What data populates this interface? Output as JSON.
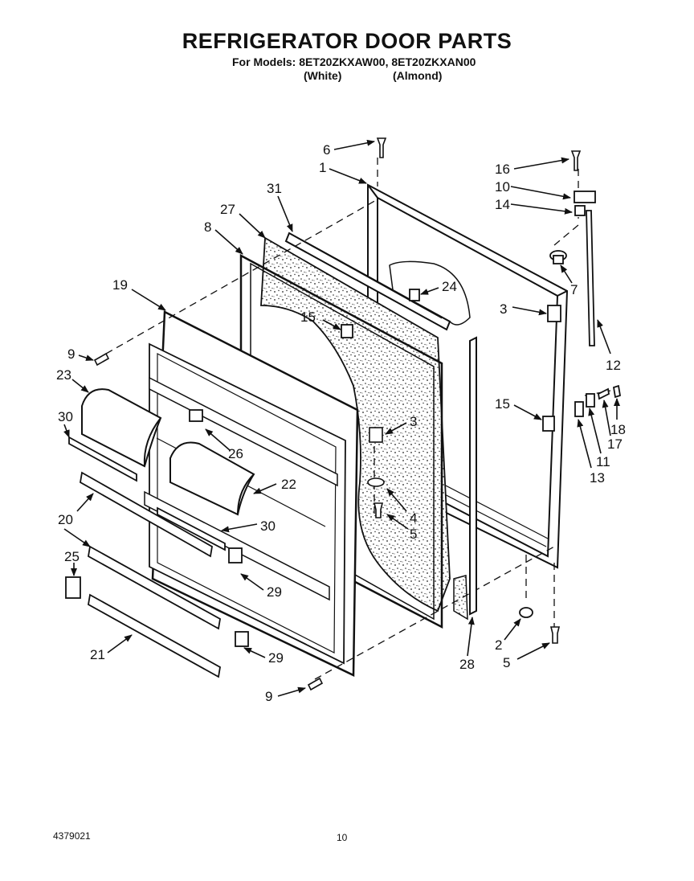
{
  "header": {
    "title": "REFRIGERATOR DOOR PARTS",
    "models_line": "For Models: 8ET20ZKXAW00, 8ET20ZKXAN00",
    "color_white": "(White)",
    "color_almond": "(Almond)"
  },
  "footer": {
    "document_number": "4379021",
    "page_number": "10"
  },
  "callouts": [
    {
      "id": "c6",
      "label": "6"
    },
    {
      "id": "c1",
      "label": "1"
    },
    {
      "id": "c31",
      "label": "31"
    },
    {
      "id": "c27",
      "label": "27"
    },
    {
      "id": "c8",
      "label": "8"
    },
    {
      "id": "c19",
      "label": "19"
    },
    {
      "id": "c9a",
      "label": "9"
    },
    {
      "id": "c23",
      "label": "23"
    },
    {
      "id": "c30a",
      "label": "30"
    },
    {
      "id": "c26",
      "label": "26"
    },
    {
      "id": "c20",
      "label": "20"
    },
    {
      "id": "c22",
      "label": "22"
    },
    {
      "id": "c30b",
      "label": "30"
    },
    {
      "id": "c25",
      "label": "25"
    },
    {
      "id": "c29a",
      "label": "29"
    },
    {
      "id": "c21",
      "label": "21"
    },
    {
      "id": "c29b",
      "label": "29"
    },
    {
      "id": "c9b",
      "label": "9"
    },
    {
      "id": "c24",
      "label": "24"
    },
    {
      "id": "c15a",
      "label": "15"
    },
    {
      "id": "c3a",
      "label": "3"
    },
    {
      "id": "c4",
      "label": "4"
    },
    {
      "id": "c5a",
      "label": "5"
    },
    {
      "id": "c28",
      "label": "28"
    },
    {
      "id": "c16",
      "label": "16"
    },
    {
      "id": "c10",
      "label": "10"
    },
    {
      "id": "c14",
      "label": "14"
    },
    {
      "id": "c7",
      "label": "7"
    },
    {
      "id": "c3b",
      "label": "3"
    },
    {
      "id": "c12",
      "label": "12"
    },
    {
      "id": "c15b",
      "label": "15"
    },
    {
      "id": "c11",
      "label": "11"
    },
    {
      "id": "c13",
      "label": "13"
    },
    {
      "id": "c18",
      "label": "18"
    },
    {
      "id": "c17",
      "label": "17"
    },
    {
      "id": "c2",
      "label": "2"
    },
    {
      "id": "c5b",
      "label": "5"
    }
  ]
}
